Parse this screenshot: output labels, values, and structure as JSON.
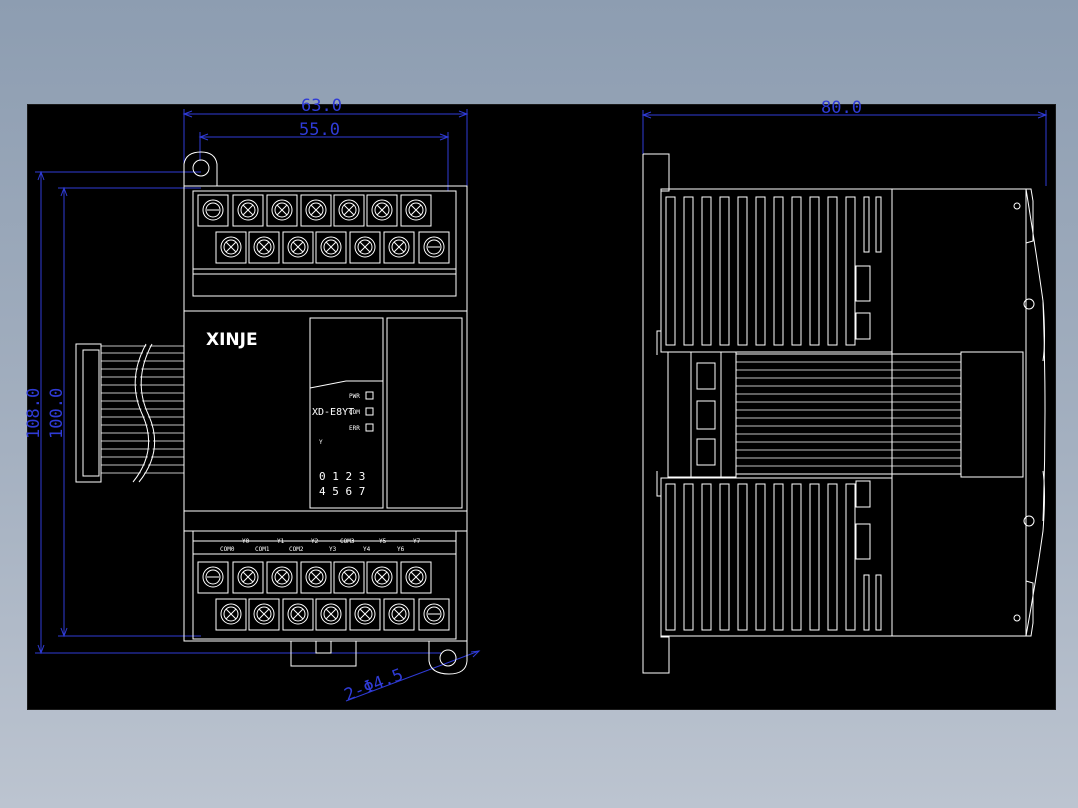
{
  "drawing": {
    "dimensions": {
      "front_width_outer": "63.0",
      "front_width_inner": "55.0",
      "side_depth": "80.0",
      "front_height_outer": "108.0",
      "front_height_inner": "100.0",
      "mount_holes": "2-Φ4.5"
    },
    "front": {
      "brand": "XINJE",
      "model": "XD-E8YT",
      "leds": [
        "PWR",
        "COM",
        "ERR"
      ],
      "led_side_mark": "Y",
      "io_row1": "0 1 2 3",
      "io_row2": "4 5 6 7",
      "terminal_top_labels": [
        "Y0",
        "Y1",
        "Y2",
        "COM3",
        "Y5",
        "Y7"
      ],
      "terminal_bottom_labels": [
        "COM0",
        "COM1",
        "COM2",
        "Y3",
        "Y4",
        "Y6"
      ]
    },
    "colors": {
      "line": "#ffffff",
      "dimension": "#2f3bd6",
      "background": "#000000"
    }
  }
}
